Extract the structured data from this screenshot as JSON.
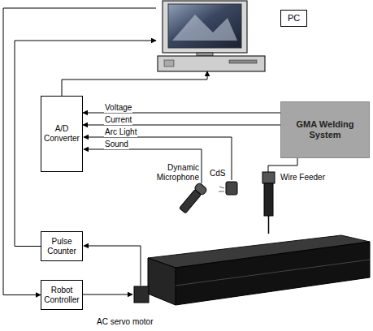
{
  "diagram": {
    "nodes": [
      {
        "text": [
          "PC"
        ]
      },
      {
        "text": [
          "A/D Converter"
        ]
      },
      {
        "text": [
          "GMA Welding System"
        ]
      },
      {
        "text": [
          "Pulse Counter"
        ]
      },
      {
        "text": [
          "Robot Controller"
        ]
      }
    ],
    "edges": [
      {
        "from": 2,
        "to": 1,
        "label": "Voltage",
        "arrow": "to"
      },
      {
        "from": 2,
        "to": 1,
        "label": "Current",
        "arrow": "to"
      },
      {
        "from": 1,
        "to": 0,
        "arrow": "to"
      },
      {
        "from": 3,
        "to": 0,
        "arrow": "to"
      },
      {
        "from": 0,
        "to": 4,
        "arrow": "to"
      }
    ],
    "labels": [
      "Arc Light",
      "Sound",
      "Dynamic Microphone",
      "CdS",
      "Wire Feeder",
      "AC servo motor"
    ]
  }
}
